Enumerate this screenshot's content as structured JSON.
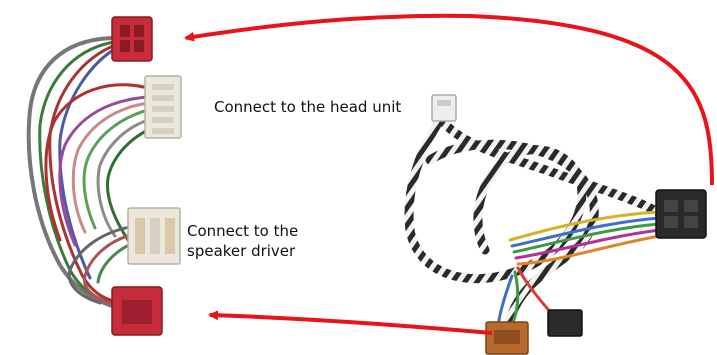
{
  "captions": {
    "head_unit": "Connect to the head unit",
    "speaker_driver_line1": "Connect to the",
    "speaker_driver_line2": "speaker driver"
  },
  "colors": {
    "arrow": "#e8141a",
    "connector_red": "#c62c3a",
    "connector_white": "#ece7dc",
    "connector_black": "#2a2a2a",
    "connector_orange": "#b86a2c",
    "background": "#ffffff"
  }
}
